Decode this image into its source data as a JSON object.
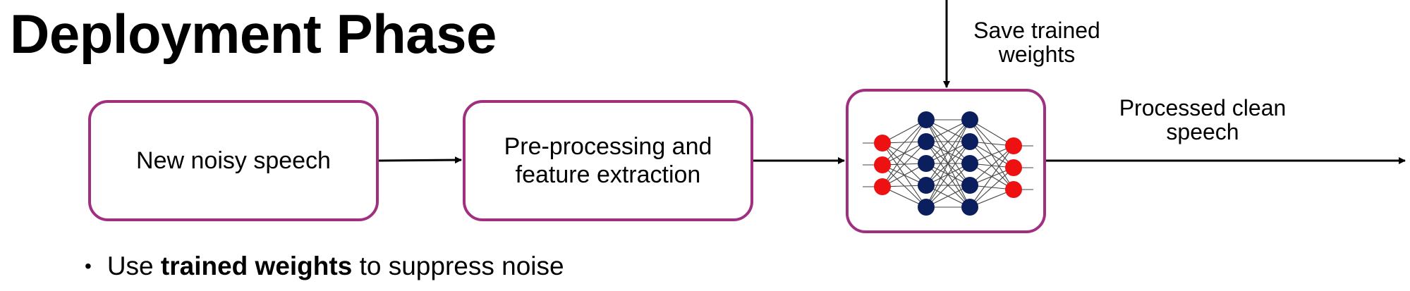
{
  "title": "Deployment Phase",
  "boxes": {
    "input": "New noisy speech",
    "preprocessing": "Pre-processing and feature extraction"
  },
  "labels": {
    "save_weights": "Save trained weights",
    "output": "Processed clean speech"
  },
  "bullet": {
    "prefix": "Use",
    "bold": "trained weights",
    "suffix": "to suppress noise"
  },
  "colors": {
    "box_border": "#a0307f",
    "input_neuron": "#ee1111",
    "hidden_neuron": "#0b1f5e",
    "output_neuron": "#ee1111"
  }
}
